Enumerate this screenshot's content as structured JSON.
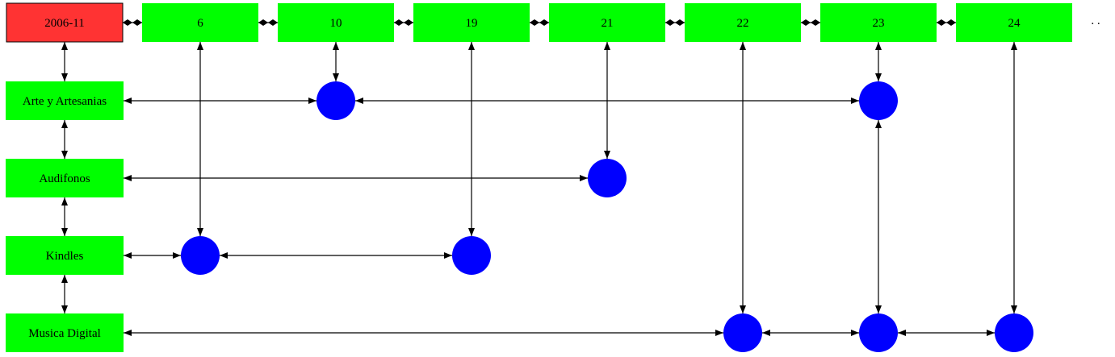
{
  "header": {
    "label": "2006-11",
    "fill": "#ff3333"
  },
  "days": [
    "6",
    "10",
    "19",
    "21",
    "22",
    "23",
    "24"
  ],
  "categories": [
    "Arte y Artesanias",
    "Audifonos",
    "Kindles",
    "Musica Digital"
  ],
  "trailing_marker": ". .",
  "colors": {
    "day_box": "#00ff00",
    "category_box": "#00ff00",
    "event_dot": "#0000ff",
    "edge": "#000000"
  },
  "events": [
    {
      "category": "Arte y Artesanias",
      "days": [
        "10",
        "23"
      ]
    },
    {
      "category": "Audifonos",
      "days": [
        "21"
      ]
    },
    {
      "category": "Kindles",
      "days": [
        "6",
        "19"
      ]
    },
    {
      "category": "Musica Digital",
      "days": [
        "22",
        "23",
        "24"
      ]
    }
  ]
}
